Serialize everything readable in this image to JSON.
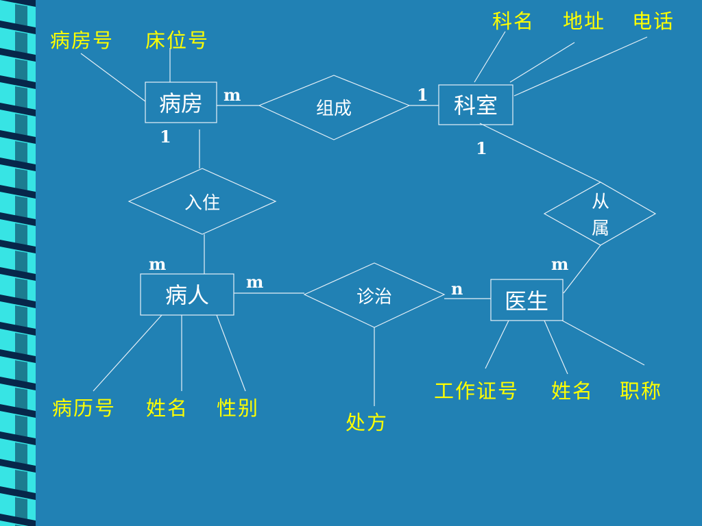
{
  "colors": {
    "background": "#2181b4",
    "line": "#e8f1f8",
    "entity_text": "#ffffff",
    "attribute_text": "#ffff00",
    "stripe_cyan": "#37e4e4",
    "stripe_dark": "#07274a"
  },
  "entities": {
    "ward": "病房",
    "department": "科室",
    "patient": "病人",
    "doctor": "医生"
  },
  "relationships": {
    "composes": "组成",
    "admitted": "入住",
    "belongs_line1": "从",
    "belongs_line2": "属",
    "treats": "诊治"
  },
  "attributes": {
    "ward": [
      "病房号",
      "床位号"
    ],
    "department": [
      "科名",
      "地址",
      "电话"
    ],
    "patient": [
      "病历号",
      "姓名",
      "性别"
    ],
    "doctor": [
      "工作证号",
      "姓名",
      "职称"
    ],
    "treats": [
      "处方"
    ]
  },
  "cardinalities": {
    "ward_composes": "m",
    "department_composes": "1",
    "ward_admitted": "1",
    "patient_admitted": "m",
    "department_belongs": "1",
    "doctor_belongs": "m",
    "patient_treats": "m",
    "doctor_treats": "n"
  }
}
